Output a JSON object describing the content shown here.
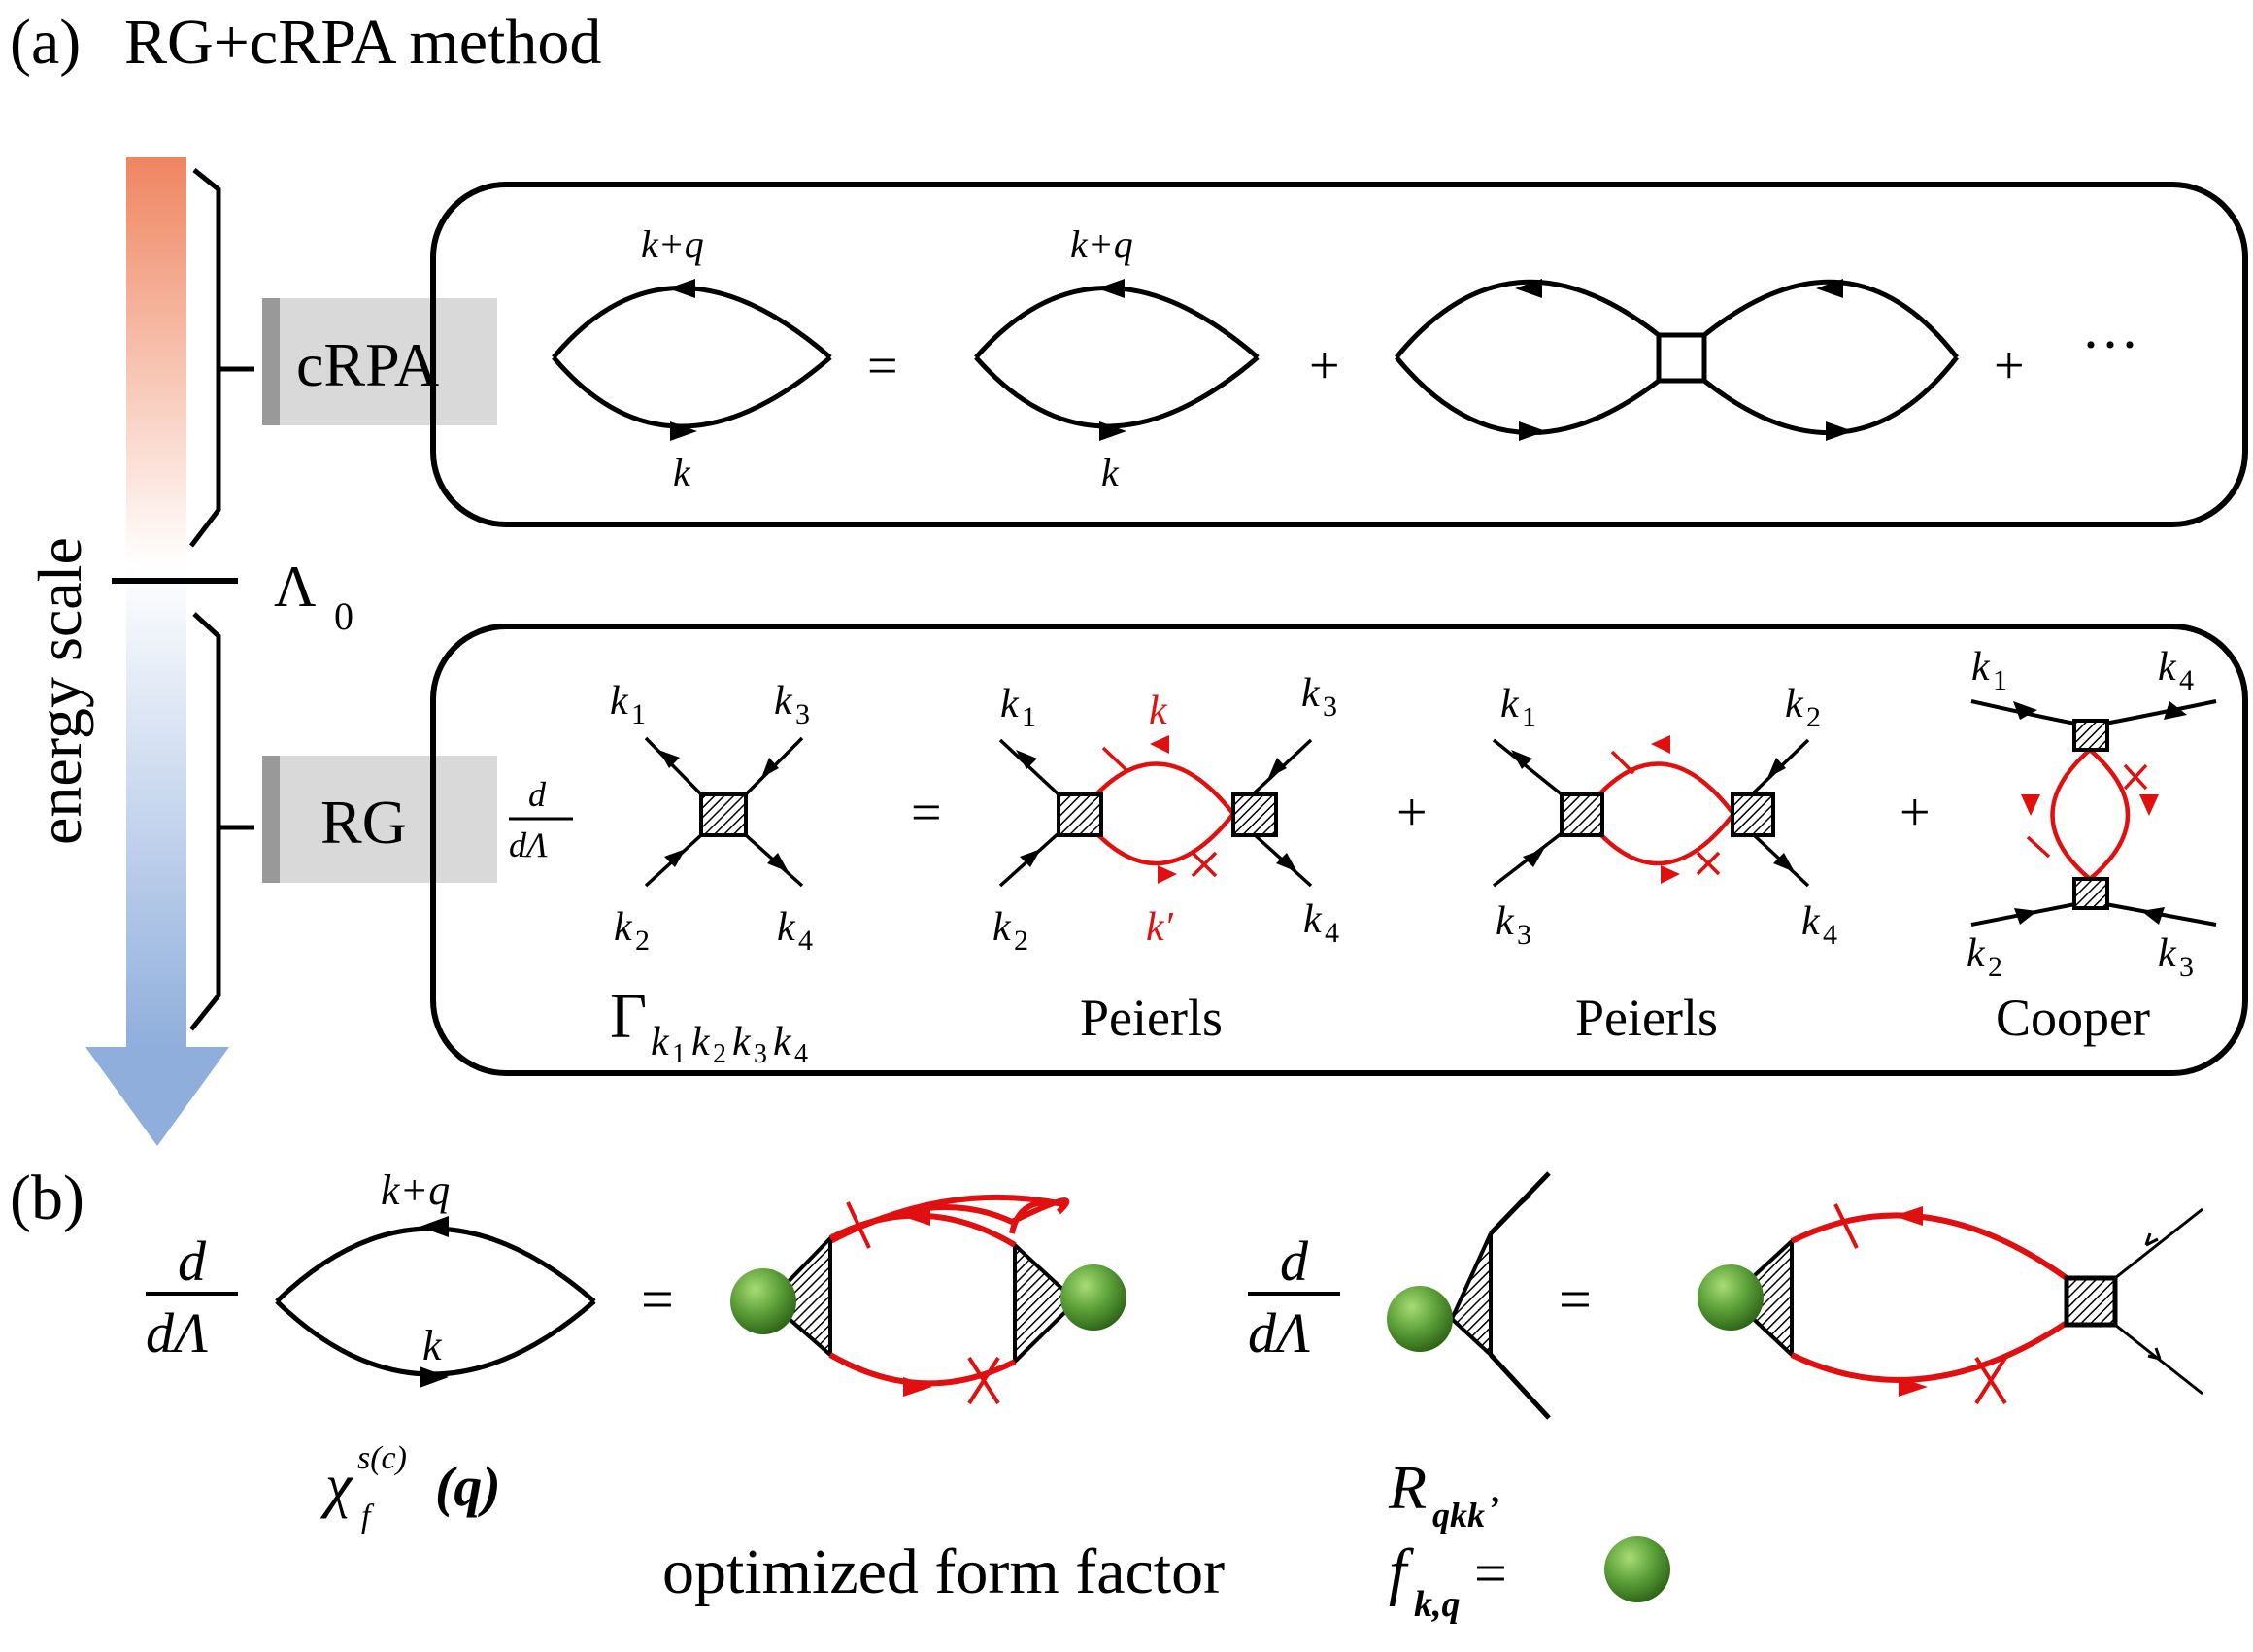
{
  "panel_a": {
    "label": "(a)",
    "title": "RG+cRPA method",
    "axis_label": "energy scale",
    "lambda": "Λ",
    "lambda_sub": "0",
    "crpa_label": "cRPA",
    "rg_label": "RG",
    "crpa_row": {
      "k_plus_q": "k+q",
      "k": "k",
      "equals": "=",
      "plus": "+",
      "ellipsis": "···"
    },
    "rg_row": {
      "d": "d",
      "d_lambda": "dΛ",
      "gamma": "Γ",
      "gamma_subscripts": [
        "k",
        "1",
        "k",
        "2",
        "k",
        "3",
        "k",
        "4"
      ],
      "k1": "k",
      "s1": "1",
      "k2": "k",
      "s2": "2",
      "k3": "k",
      "s3": "3",
      "k4": "k",
      "s4": "4",
      "red_k": "k",
      "red_k_prime": "k′",
      "equals": "=",
      "plus": "+",
      "channels": [
        "Peierls",
        "Peierls",
        "Cooper"
      ]
    }
  },
  "panel_b": {
    "label": "(b)",
    "d": "d",
    "d_lambda": "dΛ",
    "k_plus_q": "k+q",
    "k": "k",
    "chi": "χ",
    "chi_sup": "s(c)",
    "chi_sub": "f",
    "chi_arg": "(q)",
    "equals": "=",
    "r_symbol": "R",
    "r_sub": "qkk",
    "r_sub_prime": "’",
    "legend_text": "optimized form factor",
    "legend_f": "f",
    "legend_f_sub": "k,q",
    "legend_equals": "="
  },
  "colors": {
    "arrow_top": "#ef8560",
    "arrow_mid": "#ffffff",
    "arrow_bottom": "#8faedc",
    "label_box": "#d9d9d9",
    "label_bar": "#999999",
    "red_line": "#e01010",
    "form_factor": "#4f9a32"
  }
}
